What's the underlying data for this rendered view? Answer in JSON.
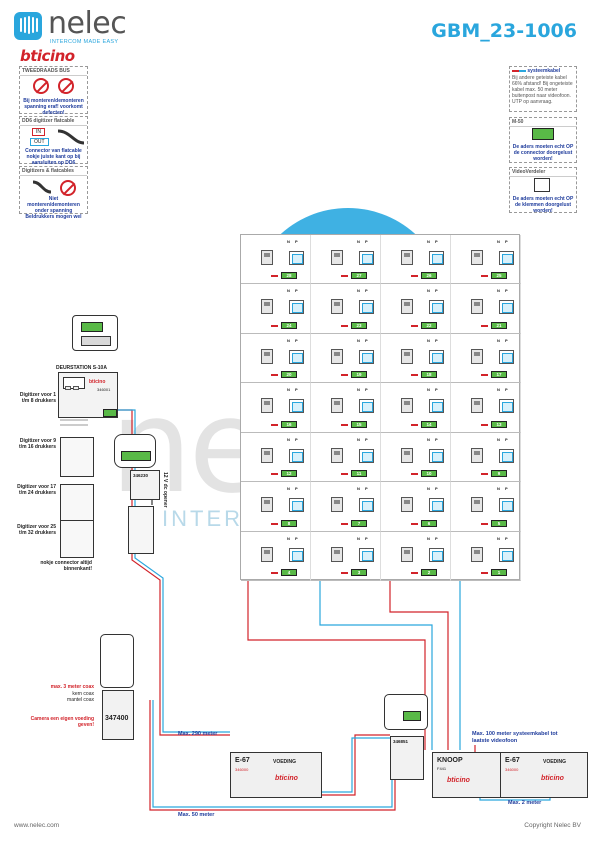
{
  "header": {
    "logo_name": "nelec",
    "logo_tagline": "INTERCOM MADE EASY",
    "document_id": "GBM_23-1006",
    "brand": "bticino"
  },
  "watermark": {
    "text": "nelec",
    "sub": "INTERCOM"
  },
  "info_left": [
    {
      "title": "TWEEDRAADS BUS",
      "text": "Bij monteren/demonteren spanning eraf! voorkomt defecten!"
    },
    {
      "title": "DD6 digitizer flatcable",
      "in": "IN",
      "out": "OUT",
      "text": "Connector van flatcable nokje juiste kant op bij aansluiten op DD6"
    },
    {
      "title": "Digitizers & flatcables",
      "text": "Niet monteren/demonteren onder spanning Beldrukkers mogen wel"
    }
  ],
  "info_right": {
    "systeemkabel": "systeemkabel",
    "note": "Bij andere geteiste kabel 66% afstand! Bij ongeteiste kabel max. 50 meter buitenpost naar videofoon. UTP op aanvraag.",
    "m50_title": "M-50",
    "m50_text": "De aders moeten echt OP de connector doorgelust worden!",
    "vv_title": "VideoVerdeler",
    "vv_text": "De aders moeten echt OP de klemmen doorgelust worden!"
  },
  "grid": {
    "n_label": "N",
    "p_label": "P",
    "rows": [
      [
        "28",
        "27",
        "26",
        "25"
      ],
      [
        "24",
        "23",
        "22",
        "21"
      ],
      [
        "20",
        "19",
        "18",
        "17"
      ],
      [
        "16",
        "15",
        "14",
        "13"
      ],
      [
        "12",
        "11",
        "10",
        "9"
      ],
      [
        "8",
        "7",
        "6",
        "5"
      ],
      [
        "4",
        "3",
        "2",
        "1"
      ]
    ]
  },
  "door_station": {
    "title": "DEURSTATION S-10A",
    "model": "346001",
    "side_label": "Digitizer voor 1 t/m 8 drukkers",
    "digitizers": [
      "Digitizer voor 9 t/m 16 drukkers",
      "Digitizer voor 17 t/m 24 drukkers",
      "Digitizer voor 25 t/m 32 drukkers"
    ],
    "nokje": "nokje connector altijd binnenkant!"
  },
  "module_346230": {
    "model": "346230",
    "side": "12 V dc opener"
  },
  "camera_module": {
    "model": "347400",
    "max_coax": "max. 3 meter coax",
    "kern": "kern coax",
    "mantel": "mantel coax",
    "camera_note": "Camera een eigen voeding geven!"
  },
  "module_346851": {
    "model": "346851"
  },
  "psu": {
    "e67": "E-67",
    "voeding": "VOEDING",
    "code": "346000"
  },
  "knoop": {
    "label": "KNOOP",
    "code": "F441"
  },
  "distances": {
    "d290": "Max. 290 meter",
    "d50": "Max. 50 meter",
    "d100": "Max. 100 meter systeemkabel tot laatste videofoon",
    "d2": "Max. 2 meter"
  },
  "footer": {
    "left": "www.nelec.com",
    "right": "Copyright Nelec BV"
  }
}
